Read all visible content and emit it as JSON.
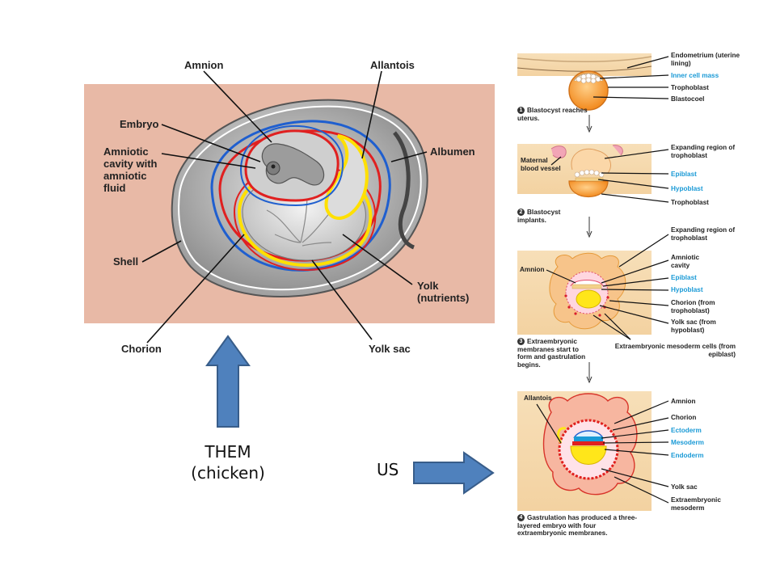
{
  "chicken": {
    "labels": {
      "amnion": "Amnion",
      "allantois": "Allantois",
      "embryo": "Embryo",
      "amniotic_cavity": "Amniotic cavity with amniotic fluid",
      "albumen": "Albumen",
      "shell": "Shell",
      "yolk": "Yolk (nutrients)",
      "chorion": "Chorion",
      "yolk_sac": "Yolk sac"
    },
    "caption": "THEM (chicken)"
  },
  "human": {
    "caption": "US",
    "stage1": {
      "number": "1",
      "caption": "Blastocyst reaches uterus.",
      "labels": {
        "endometrium": "Endometrium (uterine lining)",
        "inner_cell_mass": "Inner cell mass",
        "trophoblast": "Trophoblast",
        "blastocoel": "Blastocoel"
      }
    },
    "stage2": {
      "number": "2",
      "caption": "Blastocyst implants.",
      "labels": {
        "maternal_vessel": "Maternal blood vessel",
        "expanding": "Expanding region of trophoblast",
        "epiblast": "Epiblast",
        "hypoblast": "Hypoblast",
        "trophoblast": "Trophoblast"
      }
    },
    "stage3": {
      "number": "3",
      "caption": "Extraembryonic membranes start to form and gastrulation begins.",
      "labels": {
        "amnion": "Amnion",
        "expanding": "Expanding region of trophoblast",
        "amniotic_cavity": "Amniotic cavity",
        "epiblast": "Epiblast",
        "hypoblast": "Hypoblast",
        "chorion": "Chorion (from trophoblast)",
        "yolk_sac": "Yolk sac (from hypoblast)",
        "mesoderm_cells": "Extraembryonic mesoderm cells (from epiblast)"
      }
    },
    "stage4": {
      "number": "4",
      "caption": "Gastrulation has produced a three-layered embryo with four extraembryonic membranes.",
      "labels": {
        "allantois": "Allantois",
        "amnion": "Amnion",
        "chorion": "Chorion",
        "ectoderm": "Ectoderm",
        "mesoderm": "Mesoderm",
        "endoderm": "Endoderm",
        "yolk_sac": "Yolk sac",
        "extra_mesoderm": "Extraembryonic mesoderm"
      }
    }
  },
  "colors": {
    "panel_bg": "#e8b9a6",
    "arrow_fill": "#4f81bd",
    "arrow_stroke": "#385d8a",
    "blue_label": "#1a9ad6",
    "membrane_red": "#e02020",
    "membrane_yellow": "#ffe000",
    "membrane_blue": "#1f5fcf"
  }
}
